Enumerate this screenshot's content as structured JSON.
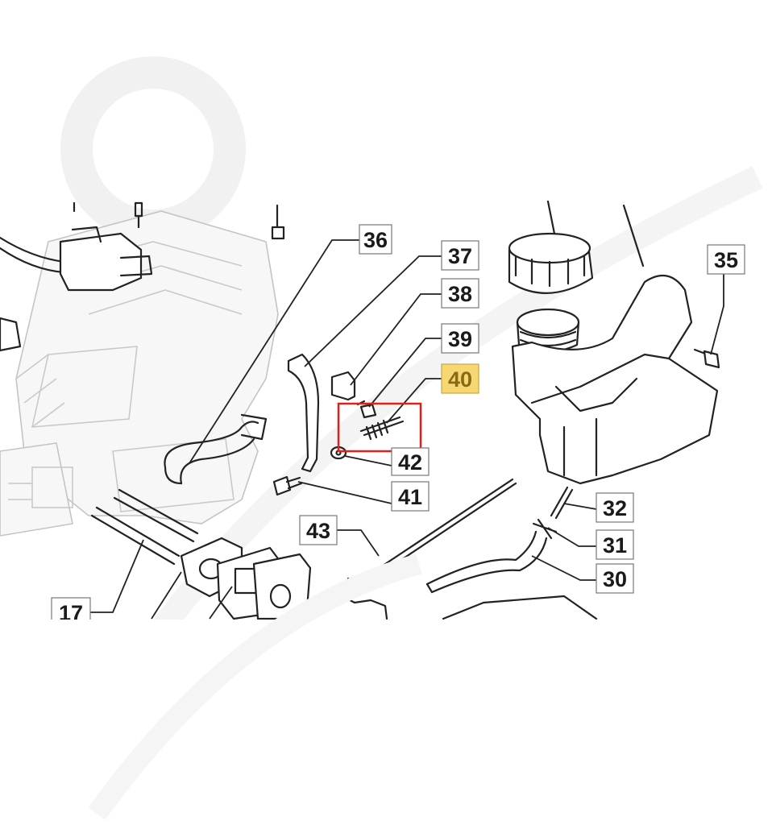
{
  "diagram": {
    "callouts": [
      {
        "id": "36",
        "label": "36",
        "highlighted": false
      },
      {
        "id": "37",
        "label": "37",
        "highlighted": false
      },
      {
        "id": "38",
        "label": "38",
        "highlighted": false
      },
      {
        "id": "39",
        "label": "39",
        "highlighted": false
      },
      {
        "id": "40",
        "label": "40",
        "highlighted": true
      },
      {
        "id": "42",
        "label": "42",
        "highlighted": false
      },
      {
        "id": "41",
        "label": "41",
        "highlighted": false
      },
      {
        "id": "35",
        "label": "35",
        "highlighted": false
      },
      {
        "id": "32",
        "label": "32",
        "highlighted": false
      },
      {
        "id": "31",
        "label": "31",
        "highlighted": false
      },
      {
        "id": "30",
        "label": "30",
        "highlighted": false
      },
      {
        "id": "43",
        "label": "43",
        "highlighted": false
      },
      {
        "id": "17",
        "label": "17",
        "highlighted": false
      }
    ],
    "colors": {
      "highlight_fill": "#f7d774",
      "highlight_text": "#8a6a14",
      "selection_box": "#e0201a",
      "line": "#222222"
    }
  }
}
